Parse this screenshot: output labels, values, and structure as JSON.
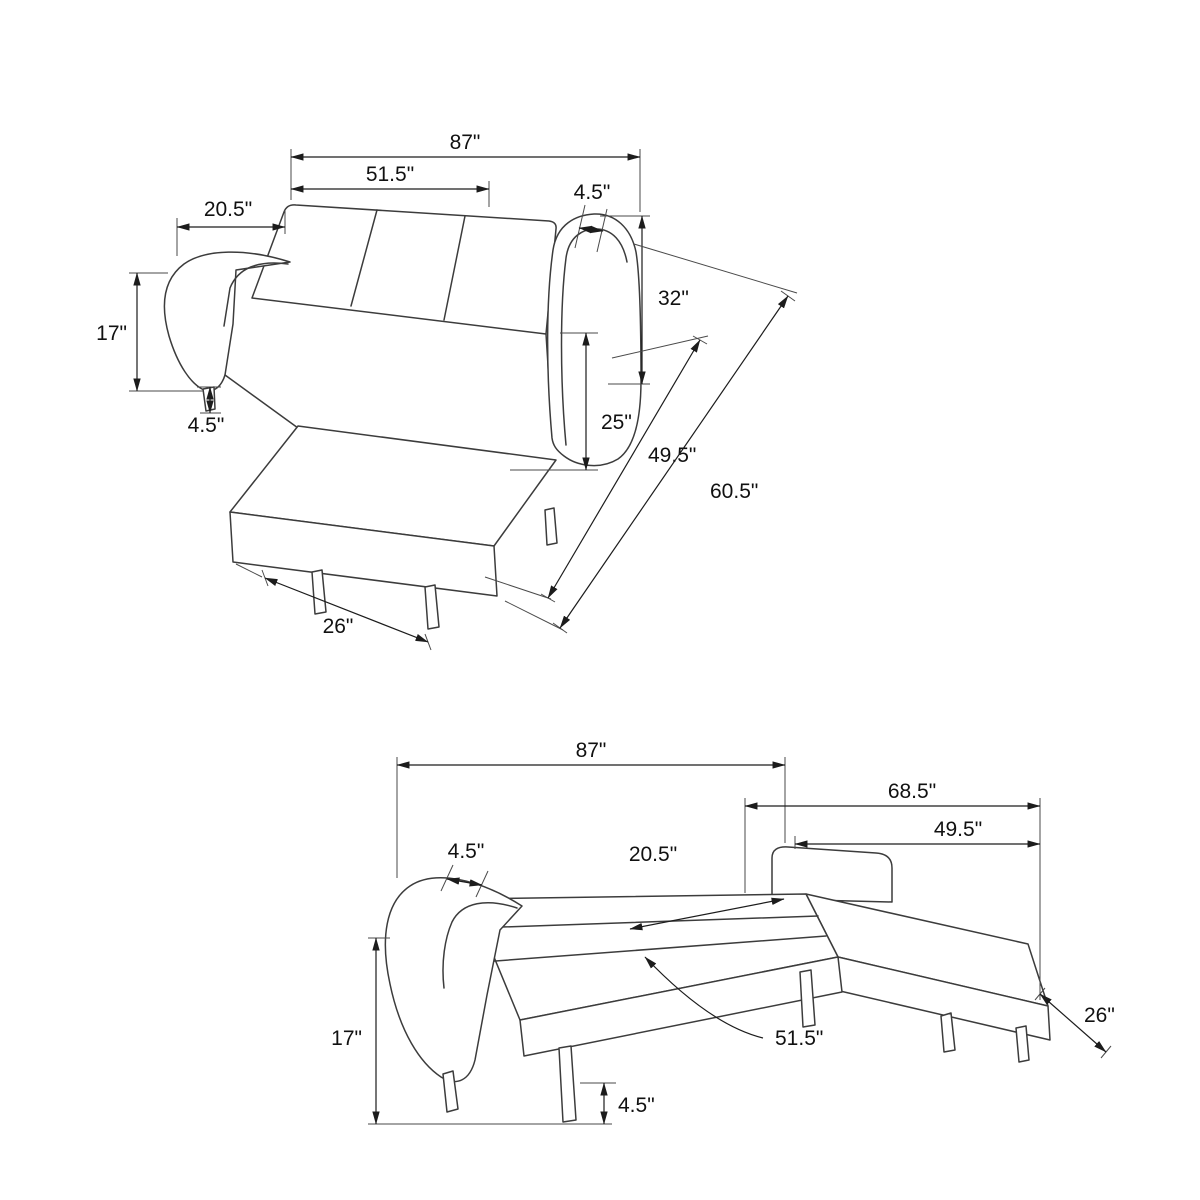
{
  "colors": {
    "background": "#ffffff",
    "line": "#3c3c3c",
    "dimension": "#1c1c1c"
  },
  "views": {
    "sofa": {
      "dims": {
        "overall_width": "87\"",
        "backrest_width": "51.5\"",
        "arm_front_depth": "20.5\"",
        "back_cushion_thickness": "4.5\"",
        "floor_to_seat": "17\"",
        "leg_height": "4.5\"",
        "overall_height": "32\"",
        "arm_height": "25\"",
        "chaise_length": "49.5\"",
        "overall_depth": "60.5\"",
        "chaise_width": "26\""
      }
    },
    "futon": {
      "dims": {
        "overall_width": "87\"",
        "sleeping_length": "68.5\"",
        "chaise_length": "49.5\"",
        "arm_top_thickness": "4.5\"",
        "seat_depth": "20.5\"",
        "floor_to_seat": "17\"",
        "leg_height": "4.5\"",
        "sleeping_width": "51.5\"",
        "chaise_width": "26\""
      }
    }
  }
}
